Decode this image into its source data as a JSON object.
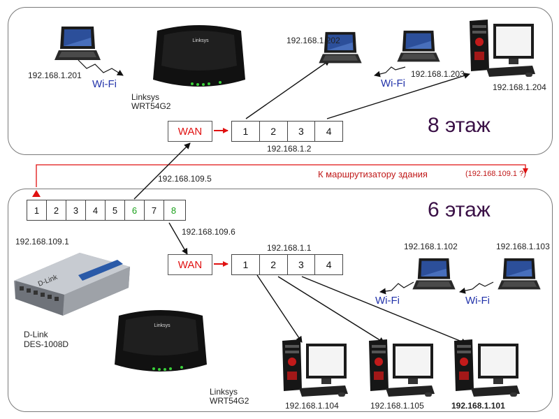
{
  "floor8": {
    "label": "8 этаж",
    "router": {
      "model_line1": "Linksys",
      "model_line2": "WRT54G2",
      "wan": "WAN",
      "ports": [
        "1",
        "2",
        "3",
        "4"
      ],
      "lan_ip": "192.168.1.2"
    },
    "devices": [
      {
        "ip": "192.168.1.201",
        "type": "laptop",
        "wifi": "Wi-Fi"
      },
      {
        "ip": "192.168.1.202",
        "type": "laptop"
      },
      {
        "ip": "192.168.1.203",
        "type": "laptop",
        "wifi": "Wi-Fi"
      },
      {
        "ip": "192.168.1.204",
        "type": "desktop"
      }
    ],
    "wan_ip": "192.168.109.5"
  },
  "building_link": {
    "label": "К маршрутизатору здания",
    "ip": "(192.168.109.1 ?)"
  },
  "floor6": {
    "label": "6 этаж",
    "switch": {
      "ports": [
        "1",
        "2",
        "3",
        "4",
        "5",
        "6",
        "7",
        "8"
      ],
      "green_ports": [
        "6",
        "8"
      ],
      "ip": "192.168.109.1",
      "model_line1": "D-Link",
      "model_line2": "DES-1008D"
    },
    "uplink_ip": "192.168.109.6",
    "router": {
      "model_line1": "Linksys",
      "model_line2": "WRT54G2",
      "wan": "WAN",
      "ports": [
        "1",
        "2",
        "3",
        "4"
      ],
      "lan_ip": "192.168.1.1"
    },
    "devices": [
      {
        "ip": "192.168.1.102",
        "type": "laptop",
        "wifi": "Wi-Fi"
      },
      {
        "ip": "192.168.1.103",
        "type": "laptop",
        "wifi": "Wi-Fi"
      },
      {
        "ip": "192.168.1.104",
        "type": "desktop"
      },
      {
        "ip": "192.168.1.105",
        "type": "desktop"
      },
      {
        "ip": "192.168.1.101",
        "type": "desktop"
      }
    ]
  },
  "colors": {
    "link_red": "#e01010",
    "wifi_blue": "#2233aa",
    "floor_label": "#3a1046",
    "port_green": "#1aa01a"
  }
}
